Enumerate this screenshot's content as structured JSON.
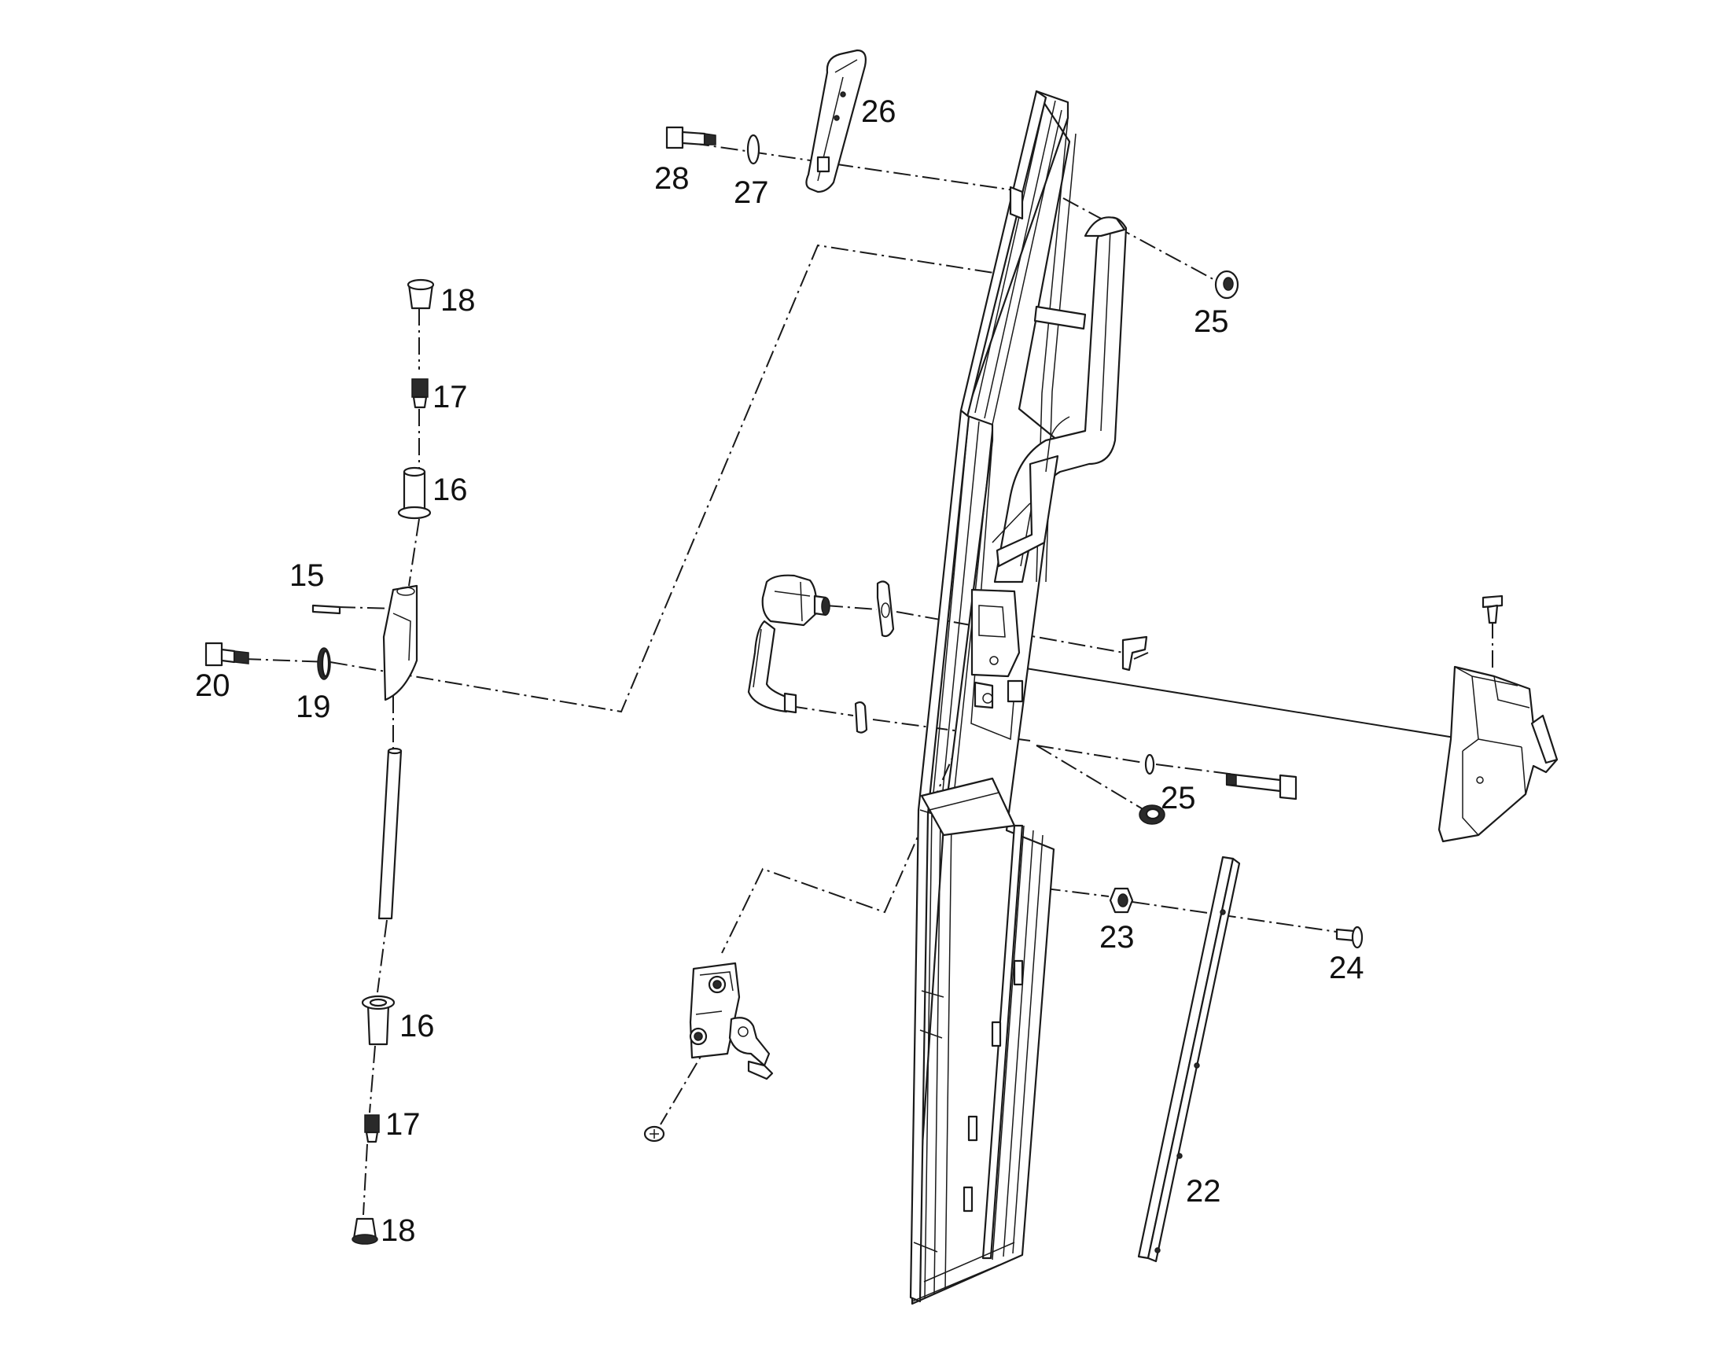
{
  "callouts": [
    {
      "id": "c15",
      "label": "15"
    },
    {
      "id": "c16a",
      "label": "16"
    },
    {
      "id": "c16b",
      "label": "16"
    },
    {
      "id": "c17a",
      "label": "17"
    },
    {
      "id": "c17b",
      "label": "17"
    },
    {
      "id": "c18a",
      "label": "18"
    },
    {
      "id": "c18b",
      "label": "18"
    },
    {
      "id": "c19",
      "label": "19"
    },
    {
      "id": "c20",
      "label": "20"
    },
    {
      "id": "c22",
      "label": "22"
    },
    {
      "id": "c23",
      "label": "23"
    },
    {
      "id": "c24",
      "label": "24"
    },
    {
      "id": "c25a",
      "label": "25"
    },
    {
      "id": "c25b",
      "label": "25"
    },
    {
      "id": "c26",
      "label": "26"
    },
    {
      "id": "c27",
      "label": "27"
    },
    {
      "id": "c28",
      "label": "28"
    }
  ],
  "colors": {
    "line": "#1a1a1a",
    "background": "#ffffff"
  }
}
